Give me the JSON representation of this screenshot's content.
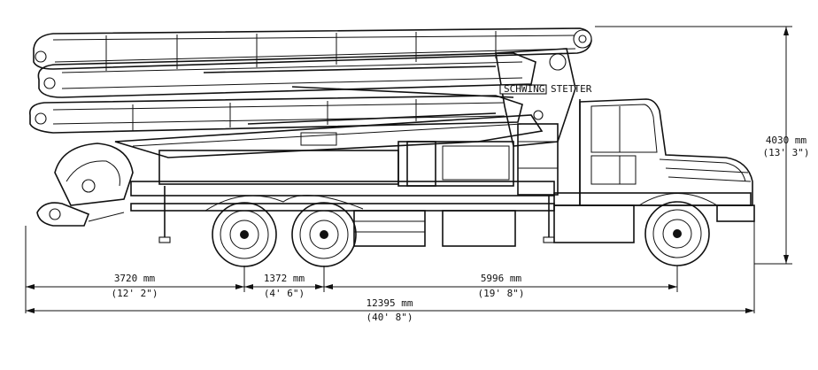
{
  "brand_label": "SCHWING STETTER",
  "dimensions": {
    "rear_overhang": {
      "metric": "3720 mm",
      "imperial": "(12' 2\")"
    },
    "axle_spacing": {
      "metric": "1372 mm",
      "imperial": "(4' 6\")"
    },
    "wheelbase_front": {
      "metric": "5996 mm",
      "imperial": "(19' 8\")"
    },
    "overall_length": {
      "metric": "12395 mm",
      "imperial": "(40' 8\")"
    },
    "overall_height": {
      "metric": "4030 mm",
      "imperial": "(13' 3\")"
    }
  }
}
